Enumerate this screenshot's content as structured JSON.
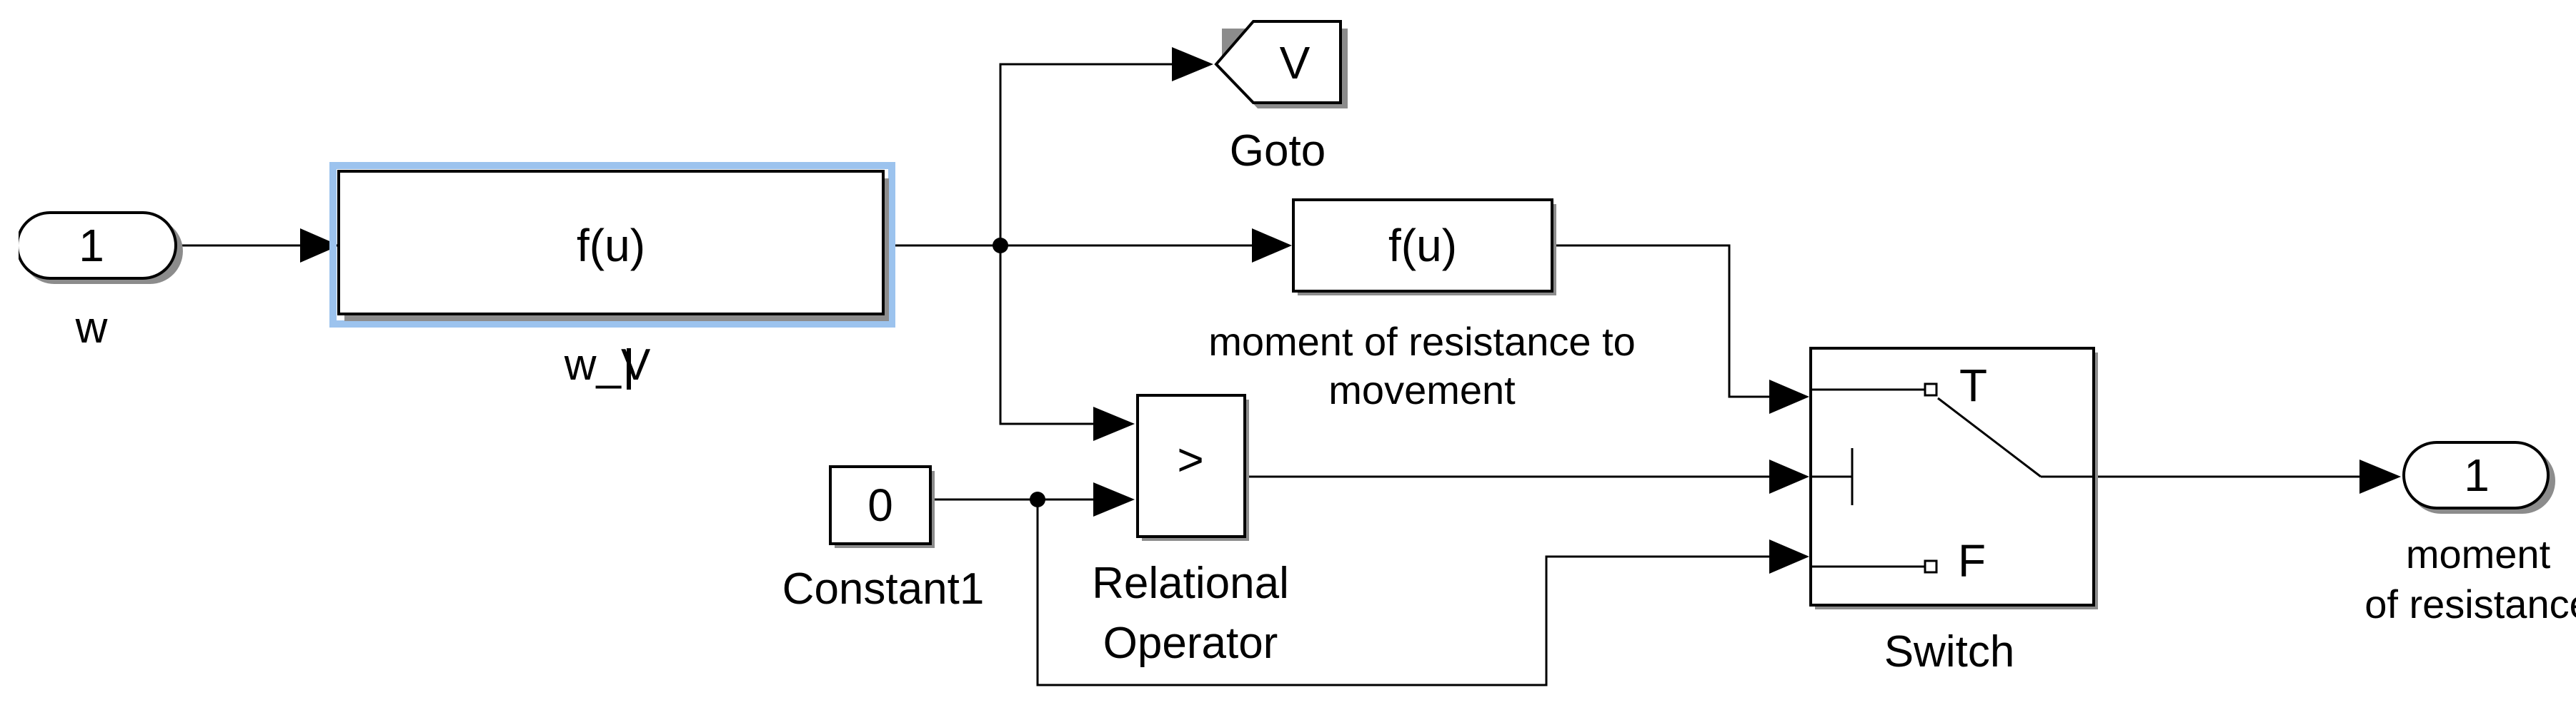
{
  "blocks": {
    "inport": {
      "value": "1",
      "label": "w"
    },
    "fcn_main": {
      "value": "f(u)",
      "label": "w_V"
    },
    "goto": {
      "value": "V",
      "label": "Goto"
    },
    "fcn_moment": {
      "value": "f(u)",
      "label_line1": "moment of resistance to",
      "label_line2": "movement"
    },
    "constant": {
      "value": "0",
      "label": "Constant1"
    },
    "relational": {
      "value": ">",
      "label_line1": "Relational",
      "label_line2": "Operator"
    },
    "switch": {
      "port_true": "T",
      "port_false": "F",
      "label": "Switch"
    },
    "outport": {
      "value": "1",
      "label_line1": "moment",
      "label_line2": "of resistance"
    }
  }
}
